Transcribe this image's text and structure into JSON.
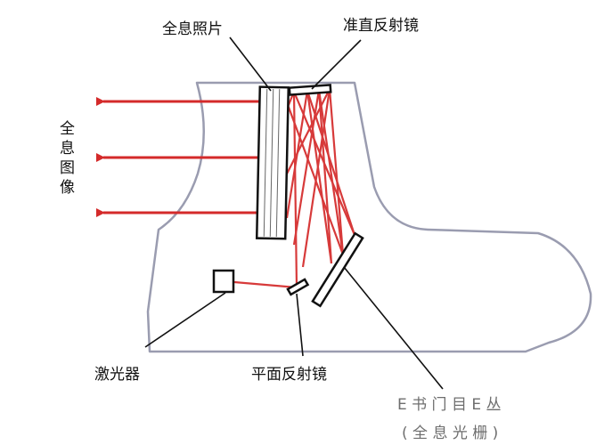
{
  "labels": {
    "hologram_plate": "全息照片",
    "collimating_mirror": "准直反射镜",
    "hologram_image": "全息图像",
    "laser": "激光器",
    "plane_mirror": "平面反射镜",
    "grating_line1": "E 书 门 目 E 丛",
    "grating_line2": "( 全 息 光 栅 )"
  },
  "colors": {
    "beam": "#d42a2a",
    "outline": "#9a9cb0",
    "ink": "#111111"
  }
}
